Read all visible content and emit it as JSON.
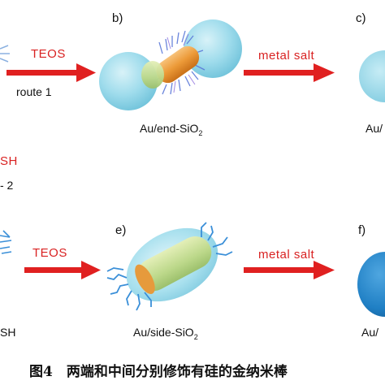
{
  "panels": {
    "b": "b)",
    "c": "c)",
    "e": "e)",
    "f": "f)"
  },
  "reagents": {
    "teos_top": "TEOS",
    "metal_top": "metal salt",
    "teos_bottom": "TEOS",
    "metal_bottom": "metal salt",
    "sh_left": "SH"
  },
  "routes": {
    "route1": "route 1",
    "route2_fragment": "- 2"
  },
  "products": {
    "end_prefix": "Au/end-SiO",
    "end_sub": "2",
    "side_prefix": "Au/side-SiO",
    "side_sub": "2",
    "c_fragment": "Au/",
    "f_fragment": "Au/",
    "bottom_left_fragment": "SH"
  },
  "caption": "图4　两端和中间分别修饰有硅的金纳米棒",
  "colors": {
    "arrow": "#e02020",
    "silica": "#8fd4e6",
    "rod": "#f0a040",
    "ligand": "#3a8fd8",
    "core_f": "#1f7fc4"
  }
}
